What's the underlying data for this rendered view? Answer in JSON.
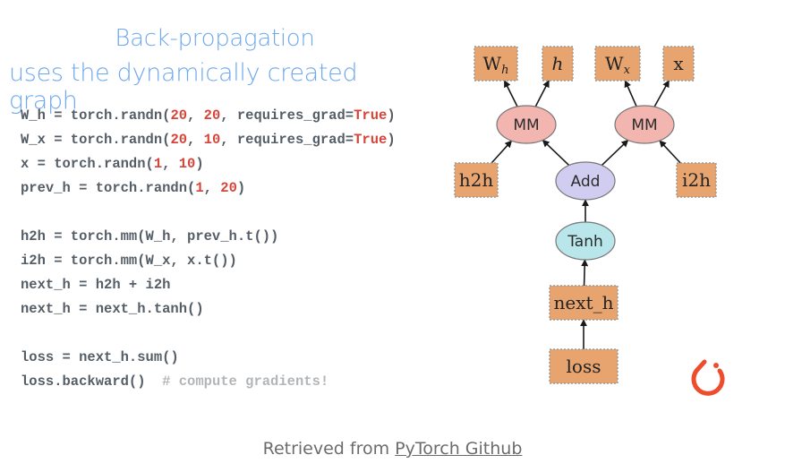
{
  "title": {
    "line1": "Back-propagation",
    "line2": "uses the dynamically created graph"
  },
  "code": {
    "lines": [
      [
        {
          "t": "W_h = torch.randn(",
          "c": "plain"
        },
        {
          "t": "20",
          "c": "num"
        },
        {
          "t": ", ",
          "c": "plain"
        },
        {
          "t": "20",
          "c": "num"
        },
        {
          "t": ", requires_grad=",
          "c": "plain"
        },
        {
          "t": "True",
          "c": "kw"
        },
        {
          "t": ")",
          "c": "plain"
        }
      ],
      [
        {
          "t": "W_x = torch.randn(",
          "c": "plain"
        },
        {
          "t": "20",
          "c": "num"
        },
        {
          "t": ", ",
          "c": "plain"
        },
        {
          "t": "10",
          "c": "num"
        },
        {
          "t": ", requires_grad=",
          "c": "plain"
        },
        {
          "t": "True",
          "c": "kw"
        },
        {
          "t": ")",
          "c": "plain"
        }
      ],
      [
        {
          "t": "x = torch.randn(",
          "c": "plain"
        },
        {
          "t": "1",
          "c": "num"
        },
        {
          "t": ", ",
          "c": "plain"
        },
        {
          "t": "10",
          "c": "num"
        },
        {
          "t": ")",
          "c": "plain"
        }
      ],
      [
        {
          "t": "prev_h = torch.randn(",
          "c": "plain"
        },
        {
          "t": "1",
          "c": "num"
        },
        {
          "t": ", ",
          "c": "plain"
        },
        {
          "t": "20",
          "c": "num"
        },
        {
          "t": ")",
          "c": "plain"
        }
      ],
      [],
      [
        {
          "t": "h2h = torch.mm(W_h, prev_h.t())",
          "c": "plain"
        }
      ],
      [
        {
          "t": "i2h = torch.mm(W_x, x.t())",
          "c": "plain"
        }
      ],
      [
        {
          "t": "next_h = h2h + i2h",
          "c": "plain"
        }
      ],
      [
        {
          "t": "next_h = next_h.tanh()",
          "c": "plain"
        }
      ],
      [],
      [
        {
          "t": "loss = next_h.sum()",
          "c": "plain"
        }
      ],
      [
        {
          "t": "loss.backward()  ",
          "c": "plain"
        },
        {
          "t": "# compute gradients!",
          "c": "cm"
        }
      ]
    ]
  },
  "graph": {
    "tensor_nodes": [
      {
        "id": "Wh",
        "label": "W",
        "sub": "h"
      },
      {
        "id": "h",
        "label": "h",
        "italic": true
      },
      {
        "id": "Wx",
        "label": "W",
        "sub": "x"
      },
      {
        "id": "x",
        "label": "x"
      },
      {
        "id": "h2h",
        "label": "h2h"
      },
      {
        "id": "i2h",
        "label": "i2h"
      },
      {
        "id": "next_h",
        "label": "next_h"
      },
      {
        "id": "loss",
        "label": "loss"
      }
    ],
    "op_nodes": [
      {
        "id": "MM1",
        "label": "MM",
        "kind": "mm"
      },
      {
        "id": "MM2",
        "label": "MM",
        "kind": "mm"
      },
      {
        "id": "Add",
        "label": "Add",
        "kind": "add"
      },
      {
        "id": "Tanh",
        "label": "Tanh",
        "kind": "tanh"
      }
    ],
    "edges": [
      [
        "MM1",
        "Wh"
      ],
      [
        "MM1",
        "h"
      ],
      [
        "MM2",
        "Wx"
      ],
      [
        "MM2",
        "x"
      ],
      [
        "h2h",
        "MM1"
      ],
      [
        "Add",
        "MM1"
      ],
      [
        "Add",
        "MM2"
      ],
      [
        "i2h",
        "MM2"
      ],
      [
        "Tanh",
        "Add"
      ],
      [
        "next_h",
        "Tanh"
      ],
      [
        "loss",
        "next_h"
      ]
    ],
    "colors": {
      "tensor_fill": "#e8a46f",
      "tensor_border": "#9a9a9a",
      "mm_fill": "#f2b5b0",
      "add_fill": "#d0cdf0",
      "tanh_fill": "#b8e6ea",
      "op_border": "#777777",
      "edge": "#1a1a1a"
    }
  },
  "logo": {
    "name": "pytorch-logo-icon",
    "color": "#ee4c2c"
  },
  "caption": {
    "prefix": "Retrieved from ",
    "link_text": "PyTorch Github"
  }
}
